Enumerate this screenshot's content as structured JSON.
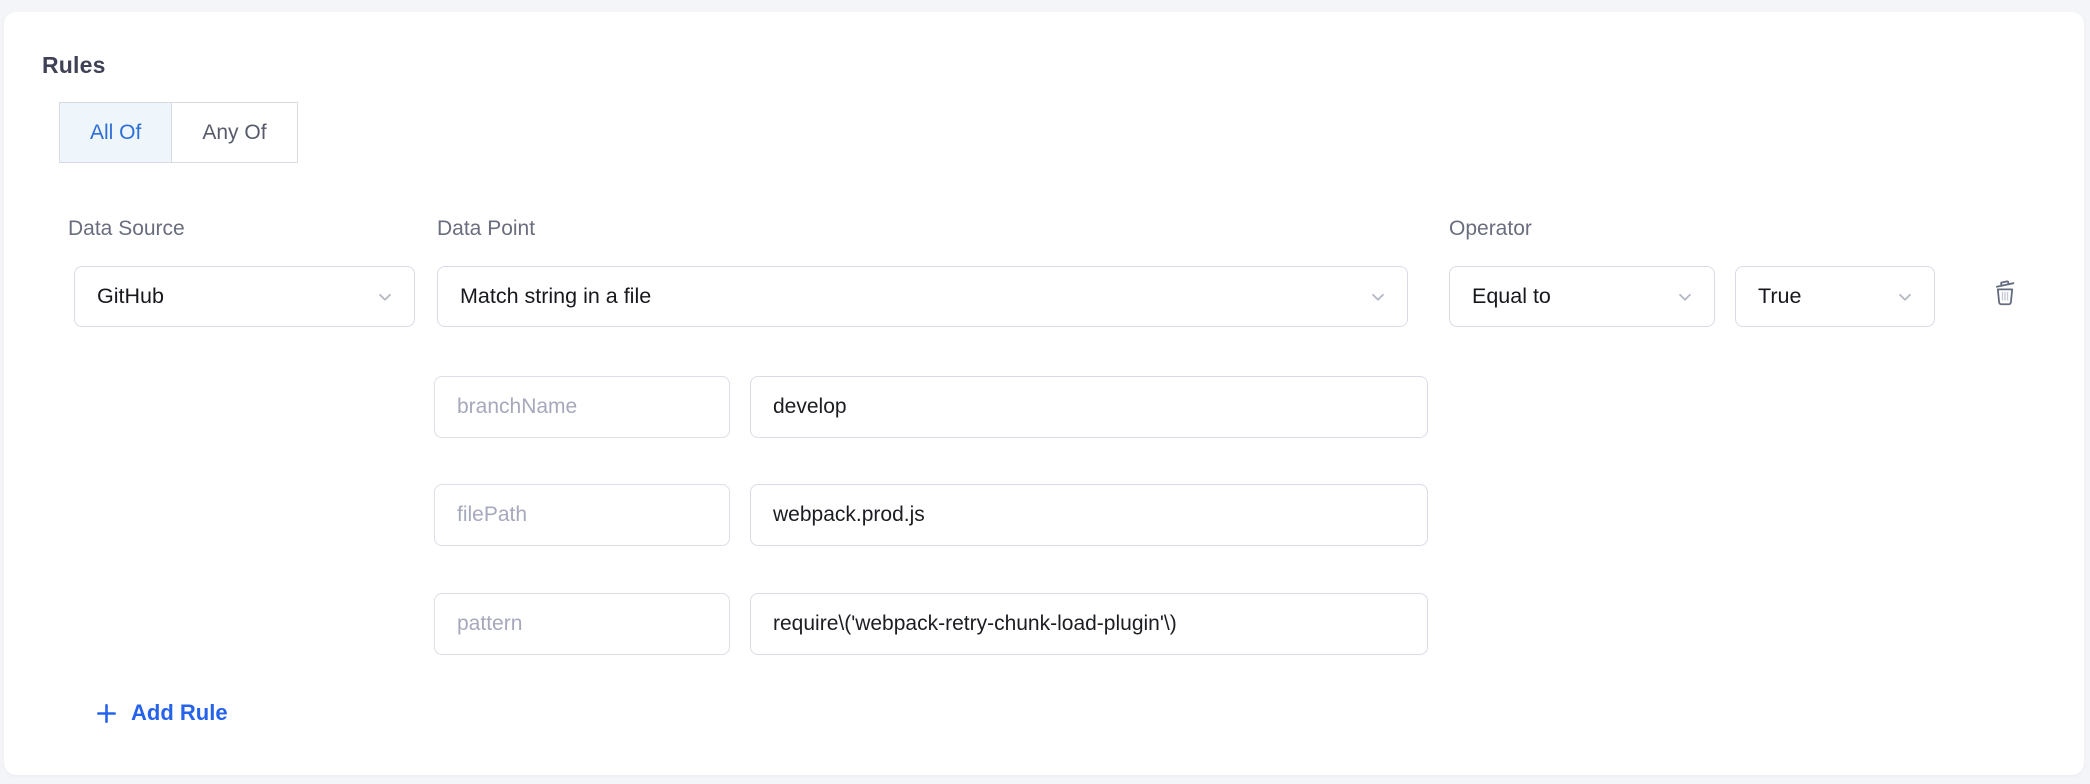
{
  "rules_section": {
    "title": "Rules",
    "match_mode": {
      "all_of_label": "All Of",
      "any_of_label": "Any Of",
      "selected": "All Of"
    },
    "columns": {
      "data_source_label": "Data Source",
      "data_point_label": "Data Point",
      "operator_label": "Operator"
    },
    "rule": {
      "data_source": "GitHub",
      "data_point": "Match string in a file",
      "operator": "Equal to",
      "expected_value": "True",
      "params": [
        {
          "name": "branchName",
          "value": "develop"
        },
        {
          "name": "filePath",
          "value": "webpack.prod.js"
        },
        {
          "name": "pattern",
          "value": "require\\('webpack-retry-chunk-load-plugin'\\)"
        }
      ]
    },
    "add_rule_label": "Add Rule"
  },
  "icons": {
    "dropdown": "chevron-down-icon",
    "delete": "trash-icon",
    "add": "plus-icon"
  },
  "colors": {
    "page_background": "#f4f5f9",
    "card_background": "#ffffff",
    "toggle_selected_background": "#eef6fc",
    "toggle_selected_text": "#2e6fd6",
    "toggle_text": "#575a6a",
    "field_border": "#d9dbe8",
    "label_gray": "#6a6d7e",
    "placeholder_gray": "#a6a8bc",
    "value_text": "#1b1d23",
    "add_rule_blue": "#2563eb",
    "trash_gray": "#666c80"
  }
}
